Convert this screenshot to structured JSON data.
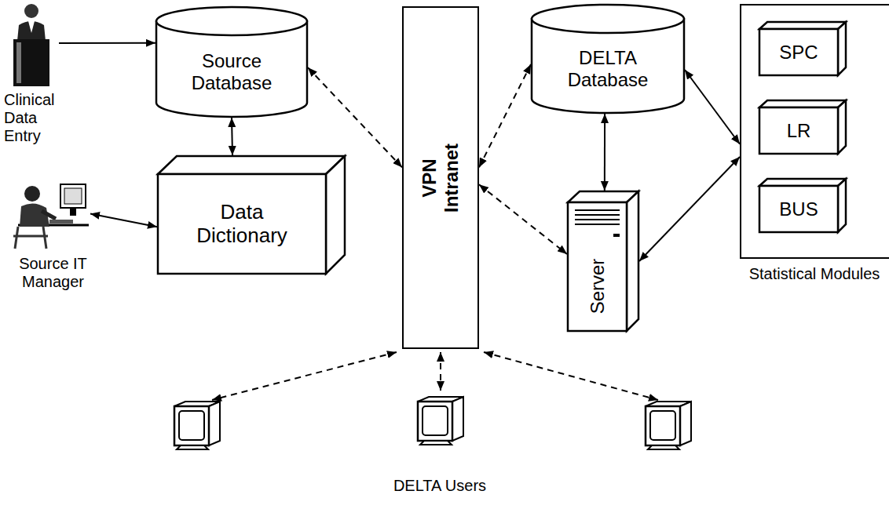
{
  "diagram": {
    "nodes": [
      {
        "text": [
          "Clinical Data Entry"
        ]
      },
      {
        "text": [
          "Source Database"
        ]
      },
      {
        "text": [
          "VPN Intranet"
        ]
      },
      {
        "text": [
          "DELTA Database"
        ]
      },
      {
        "text": [
          "Statistical Modules"
        ]
      },
      {
        "text": [
          "SPC"
        ],
        "in": 4
      },
      {
        "text": [
          "LR"
        ],
        "in": 4
      },
      {
        "text": [
          "BUS"
        ],
        "in": 4
      },
      {
        "text": [
          "Source IT Manager"
        ]
      },
      {
        "text": [
          "Data Dictionary"
        ]
      },
      {
        "text": [
          "Server"
        ]
      }
    ],
    "edges": [
      {
        "from": 0,
        "to": 1,
        "arrow": "to"
      },
      {
        "from": 1,
        "to": 9,
        "arrow": "both"
      },
      {
        "from": 8,
        "to": 9,
        "arrow": "both"
      },
      {
        "from": 1,
        "to": 2,
        "arrow": "both"
      },
      {
        "from": 2,
        "to": 3,
        "arrow": "both"
      },
      {
        "from": 2,
        "to": 10,
        "arrow": "both"
      },
      {
        "from": 3,
        "to": 10,
        "arrow": "both"
      },
      {
        "from": 3,
        "to": 4,
        "arrow": "both"
      },
      {
        "from": 10,
        "to": 4,
        "arrow": "both"
      }
    ],
    "labels": [
      "DELTA Users"
    ]
  }
}
